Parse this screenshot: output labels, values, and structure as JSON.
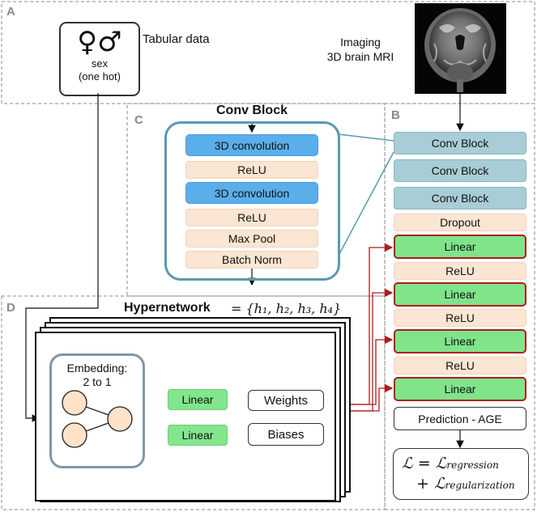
{
  "sections": {
    "a": "A",
    "b": "B",
    "c": "C",
    "d": "D"
  },
  "tabular": {
    "label": "Tabular data",
    "sex_symbols": "♀♂",
    "sex_line1": "sex",
    "sex_line2": "(one hot)"
  },
  "imaging": {
    "line1": "Imaging",
    "line2": "3D brain MRI"
  },
  "conv_block_detail": {
    "title": "Conv Block",
    "layers": [
      "3D convolution",
      "ReLU",
      "3D convolution",
      "ReLU",
      "Max Pool",
      "Batch Norm"
    ]
  },
  "main_net": {
    "layers": [
      "Conv Block",
      "Conv Block",
      "Conv Block",
      "Dropout",
      "Linear",
      "ReLU",
      "Linear",
      "ReLU",
      "Linear",
      "ReLU",
      "Linear"
    ],
    "prediction": "Prediction - AGE"
  },
  "loss": {
    "lhs": "ℒ = ℒ",
    "sub1": "regression",
    "plus": "+ ℒ",
    "sub2": "regularization"
  },
  "hypernetwork": {
    "title": "Hypernetwork",
    "formula": "= {h₁, h₂, h₃, h₄}",
    "embedding_line1": "Embedding:",
    "embedding_line2": "2 to 1",
    "linear_1": "Linear",
    "linear_2": "Linear",
    "weights": "Weights",
    "biases": "Biases"
  },
  "colors": {
    "conv": "#5aaeea",
    "peach": "#fbe5d3",
    "teal": "#a9cdd6",
    "green": "#7fe48a",
    "red": "#b01a1a",
    "node": "#fde3c8"
  }
}
